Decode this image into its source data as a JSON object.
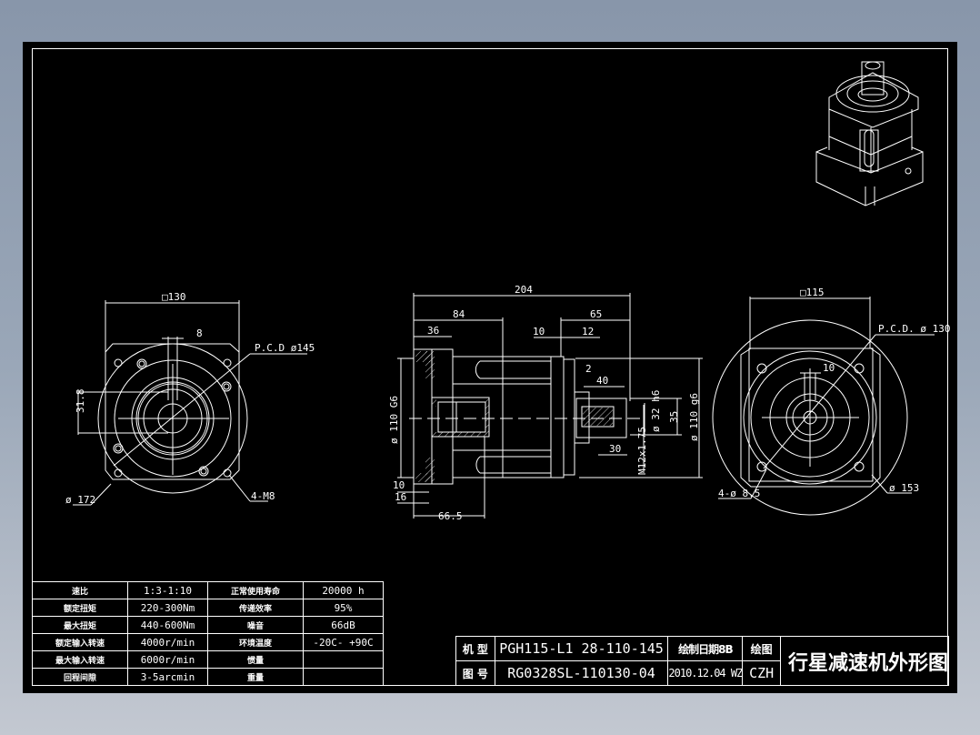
{
  "drawing": {
    "background_color": "#000000",
    "line_color": "#ffffff",
    "left_view": {
      "square_dim": "□130",
      "key_width": "8",
      "pcd": "P.C.D  ø145",
      "height_dim": "31.8",
      "diameter": "ø 172",
      "holes": "4-M8"
    },
    "side_view": {
      "overall_length": "204",
      "dim_84": "84",
      "dim_36": "36",
      "dim_65": "65",
      "dim_10_top": "10",
      "dim_12": "12",
      "dim_2": "2",
      "dim_40": "40",
      "dim_30": "30",
      "dim_10_bottom": "10",
      "dim_16": "16",
      "dim_66_5": "66.5",
      "input_bore": "ø 110 G6",
      "output_shaft": "ø 32 h6",
      "dim_35": "35",
      "output_pilot": "ø 110 g6",
      "thread": "M12x1.75"
    },
    "right_view": {
      "square_dim": "□115",
      "pcd": "P.C.D.  ø 130",
      "key_width": "10",
      "holes": "4-ø 8.5",
      "diameter": "ø 153"
    }
  },
  "spec_table": {
    "rows": [
      {
        "label1": "速比",
        "value1": "1:3-1:10",
        "label2": "正常使用寿命",
        "value2": "20000 h"
      },
      {
        "label1": "额定扭矩",
        "value1": "220-300Nm",
        "label2": "传递效率",
        "value2": "95%"
      },
      {
        "label1": "最大扭矩",
        "value1": "440-600Nm",
        "label2": "噪音",
        "value2": "66dB"
      },
      {
        "label1": "额定输入转速",
        "value1": "4000r/min",
        "label2": "环境温度",
        "value2": "-20C- +90C"
      },
      {
        "label1": "最大输入转速",
        "value1": "6000r/min",
        "label2": "惯量",
        "value2": ""
      },
      {
        "label1": "回程间隙",
        "value1": "3-5arcmin",
        "label2": "重量",
        "value2": ""
      }
    ]
  },
  "title_block": {
    "model_label": "机 型",
    "model_value": "PGH115-L1 28-110-145",
    "drawing_no_label": "图 号",
    "drawing_no_value": "RG0328SL-110130-04",
    "date_label": "绘制日期8B",
    "date_value": "2010.12.04 WZ",
    "drawn_label": "绘图",
    "drawn_value": "CZH",
    "title": "行星减速机外形图"
  }
}
